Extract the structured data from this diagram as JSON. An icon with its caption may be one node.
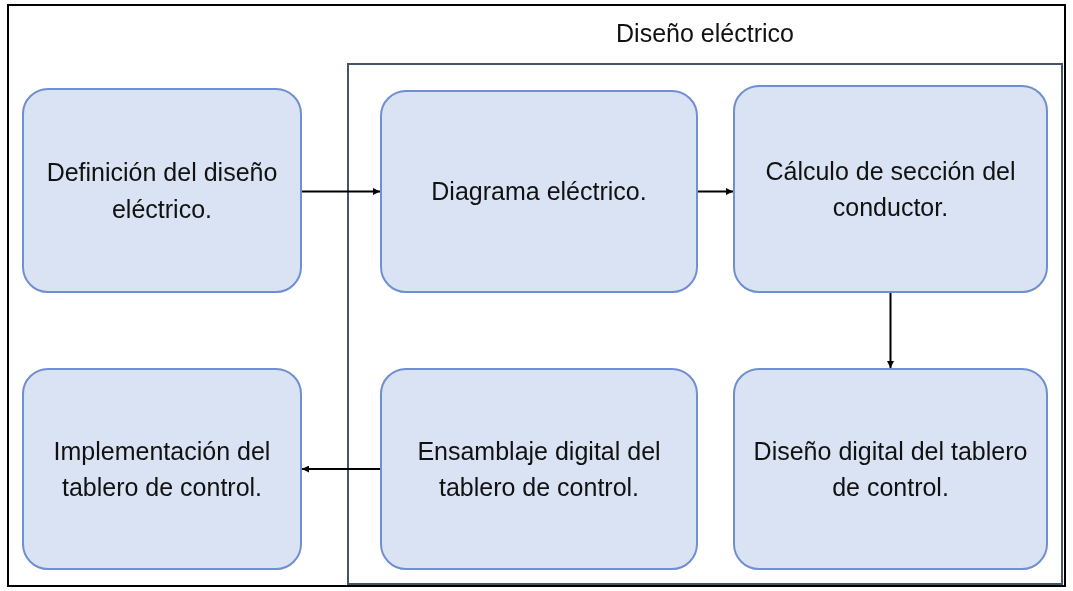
{
  "diagram": {
    "nodes": [
      {
        "text": [
          "Definición del diseño eléctrico."
        ]
      },
      {
        "text": [
          "Diseño eléctrico"
        ]
      },
      {
        "text": [
          "Diagrama eléctrico."
        ],
        "in": 1
      },
      {
        "text": [
          "Cálculo de sección del conductor."
        ],
        "in": 1
      },
      {
        "text": [
          "Implementación del tablero de control."
        ]
      },
      {
        "text": [
          "Ensamblaje digital del tablero de control."
        ],
        "in": 1
      },
      {
        "text": [
          "Diseño digital del tablero de control."
        ],
        "in": 1
      }
    ],
    "edges": [
      {
        "from": 0,
        "to": 2,
        "arrow": "to"
      },
      {
        "from": 2,
        "to": 3,
        "arrow": "to"
      },
      {
        "from": 3,
        "to": 6,
        "arrow": "to"
      },
      {
        "from": 5,
        "to": 4,
        "arrow": "to"
      }
    ]
  }
}
